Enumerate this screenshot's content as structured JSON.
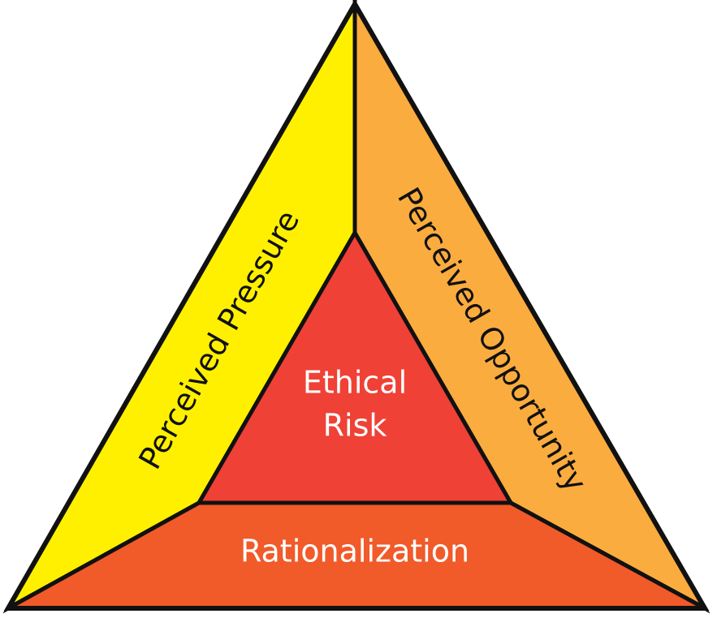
{
  "diagram": {
    "segments": {
      "left": {
        "label": "Perceived Pressure",
        "color": "#FFF000"
      },
      "right": {
        "label": "Perceived Opportunity",
        "color": "#FBAC3E"
      },
      "bottom": {
        "label": "Rationalization",
        "color": "#F15A29"
      },
      "center": {
        "line1": "Ethical",
        "line2": "Risk",
        "color": "#EF4136"
      }
    },
    "outline_color": "#111111"
  }
}
